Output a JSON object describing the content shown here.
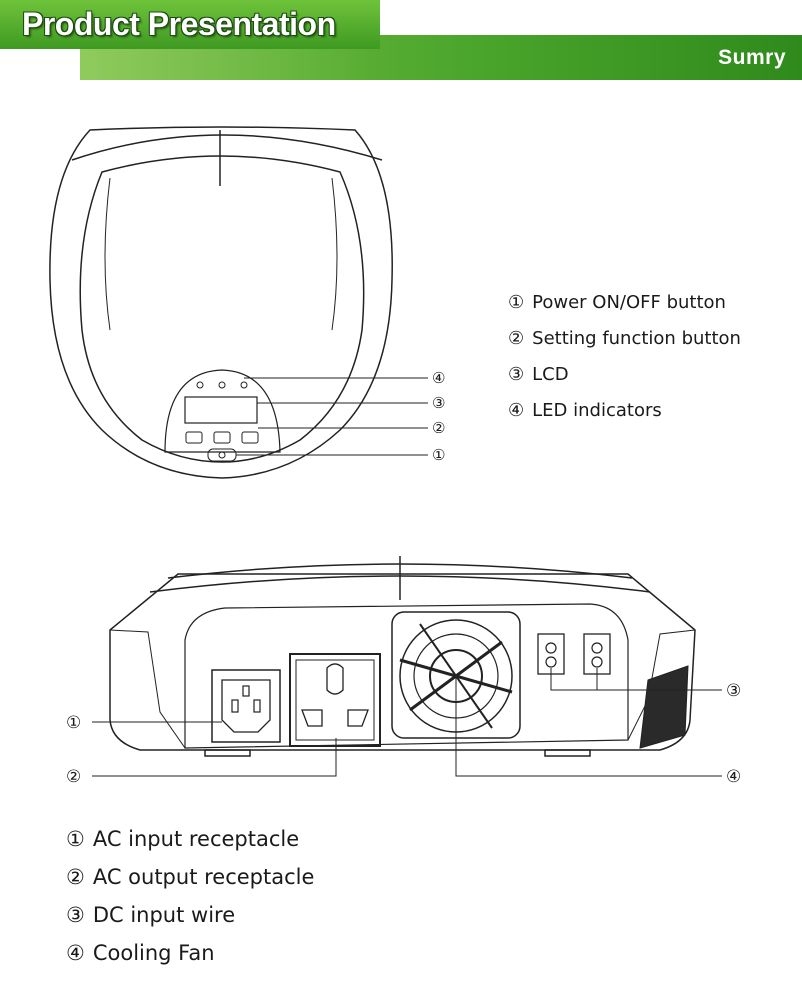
{
  "header": {
    "title": "Product Presentation",
    "brand": "Sumry"
  },
  "top_view": {
    "callouts": [
      "④",
      "③",
      "②",
      "①"
    ],
    "legend": [
      {
        "num": "①",
        "label": "Power ON/OFF button"
      },
      {
        "num": "②",
        "label": "Setting function button"
      },
      {
        "num": "③",
        "label": "LCD"
      },
      {
        "num": "④",
        "label": "LED indicators"
      }
    ]
  },
  "back_view": {
    "callouts": [
      "①",
      "②",
      "③",
      "④"
    ],
    "legend": [
      {
        "num": "①",
        "label": "AC input receptacle"
      },
      {
        "num": "②",
        "label": "AC output receptacle"
      },
      {
        "num": "③",
        "label": "DC input wire"
      },
      {
        "num": "④",
        "label": "Cooling Fan"
      }
    ]
  }
}
